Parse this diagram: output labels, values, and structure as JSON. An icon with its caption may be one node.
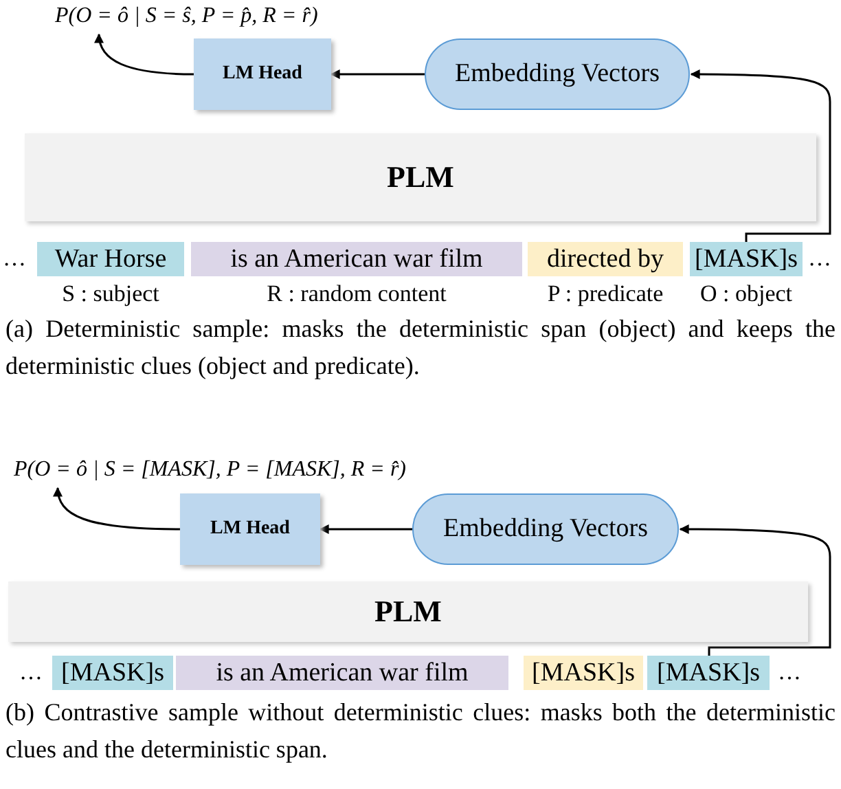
{
  "diagram": {
    "nodes": [
      {
        "text": [
          "P(O = ô | S = ŝ, P = p̂, R = r̂)"
        ]
      },
      {
        "text": [
          "LM Head"
        ]
      },
      {
        "text": [
          "Embedding Vectors"
        ]
      },
      {
        "text": [
          "PLM"
        ]
      },
      {
        "text": [
          "War Horse"
        ],
        "beside": [
          "S : subject"
        ]
      },
      {
        "text": [
          "is an American war film"
        ],
        "beside": [
          "R : random content"
        ]
      },
      {
        "text": [
          "directed by"
        ],
        "beside": [
          "P : predicate"
        ]
      },
      {
        "text": [
          "[MASK]s"
        ],
        "beside": [
          "O : object"
        ]
      },
      {
        "text": [
          "P(O = ô | S = [MASK], P = [MASK], R = r̂)"
        ]
      },
      {
        "text": [
          "LM Head"
        ]
      },
      {
        "text": [
          "Embedding Vectors"
        ]
      },
      {
        "text": [
          "PLM"
        ]
      },
      {
        "text": [
          "[MASK]s"
        ]
      },
      {
        "text": [
          "is an American war film"
        ]
      },
      {
        "text": [
          "[MASK]s"
        ]
      },
      {
        "text": [
          "[MASK]s"
        ]
      }
    ],
    "edges": [
      {
        "from": 2,
        "to": 1,
        "arrow": "to"
      },
      {
        "from": 1,
        "to": 0,
        "arrow": "to"
      },
      {
        "from": 7,
        "to": 2,
        "arrow": "to"
      },
      {
        "from": 10,
        "to": 9,
        "arrow": "to"
      },
      {
        "from": 9,
        "to": 8,
        "arrow": "to"
      },
      {
        "from": 15,
        "to": 10,
        "arrow": "to"
      }
    ],
    "labels": [
      "…",
      "…",
      "(a) Deterministic sample: masks the deterministic span (object) and keeps the deterministic clues (object and predicate).",
      "…",
      "…",
      "(b) Contrastive sample without deterministic clues: masks both the deterministic clues and the deterministic span."
    ]
  }
}
